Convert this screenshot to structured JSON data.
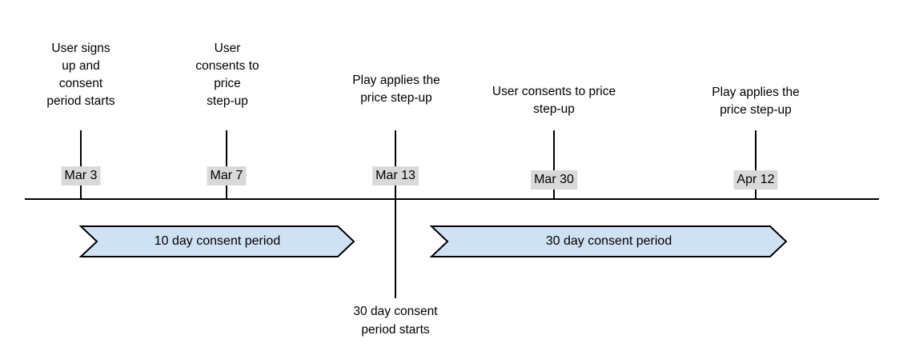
{
  "events": [
    {
      "date": "Mar 3",
      "lines": [
        "User signs",
        "up and",
        "consent",
        "period starts"
      ]
    },
    {
      "date": "Mar 7",
      "lines": [
        "User",
        "consents to",
        "price",
        "step-up"
      ]
    },
    {
      "date": "Mar 13",
      "lines": [
        "Play applies the",
        "price step-up"
      ]
    },
    {
      "date": "Mar 30",
      "lines": [
        "User consents to price",
        "step-up"
      ]
    },
    {
      "date": "Apr 12",
      "lines": [
        "Play applies the",
        "price step-up"
      ]
    }
  ],
  "note": {
    "lines": [
      "30 day consent",
      "period starts"
    ]
  },
  "periods": [
    {
      "label": "10 day consent period"
    },
    {
      "label": "30 day consent period"
    }
  ],
  "colors": {
    "background": "#ffffff",
    "text": "#000000",
    "line": "#000000",
    "date_badge_bg": "#d9d9d9",
    "period_fill": "#cfe2f3",
    "period_border": "#000000"
  }
}
